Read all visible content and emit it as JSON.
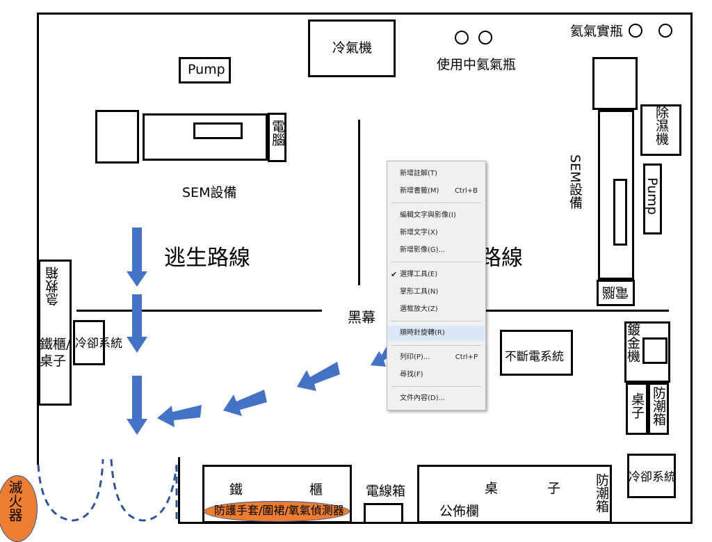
{
  "labels": {
    "ac_unit": "冷氣機",
    "gas_in_use": "使用中氦氣瓶",
    "gas_full": "氦氣實瓶",
    "pump_top": "Pump",
    "computer_left": "電腦",
    "sem_left": "SEM設備",
    "escape_route_left": "逃生路線",
    "escape_route_right": "路線",
    "black_curtain": "黑幕",
    "dehumidifier": "除濕機",
    "pump_right": "Pump",
    "sem_right": "SEM設備",
    "computer_right": "電腦",
    "first_aid": "急救箱",
    "iron_cabinet_desk": "鐵櫃/桌子",
    "cooling_system_left": "冷卻系統",
    "ups": "不斷電系統",
    "plating_machine": "鍍金機",
    "desk_right": "桌子",
    "moisture_box": "防潮箱",
    "cooling_system_right": "冷卻系統",
    "iron_cabinet_left": "鐵",
    "iron_cabinet_right": "櫃",
    "protective_gear": "防護手套/圍裙/氧氣偵測器",
    "electrical_box": "電線箱",
    "desk_bottom_left": "桌",
    "desk_bottom_right": "子",
    "bulletin": "公佈欄",
    "moisture_box_bottom": "防潮箱",
    "fire_extinguisher": "滅火器"
  },
  "context_menu": {
    "items": [
      {
        "label": "新增註解(T)",
        "shortcut": ""
      },
      {
        "label": "新增書籤(M)",
        "shortcut": "Ctrl+B"
      },
      {
        "label": "編輯文字與影像(I)",
        "shortcut": ""
      },
      {
        "label": "新增文字(X)",
        "shortcut": ""
      },
      {
        "label": "新增影像(G)...",
        "shortcut": ""
      },
      {
        "label": "選擇工具(E)",
        "shortcut": ""
      },
      {
        "label": "掌形工具(N)",
        "shortcut": ""
      },
      {
        "label": "選框放大(Z)",
        "shortcut": ""
      },
      {
        "label": "順時針旋轉(R)",
        "shortcut": ""
      },
      {
        "label": "列印(P)...",
        "shortcut": "Ctrl+P"
      },
      {
        "label": "尋找(F)",
        "shortcut": ""
      },
      {
        "label": "文件內容(D)...",
        "shortcut": ""
      }
    ],
    "check_mark": "✔"
  },
  "colors": {
    "arrow": "#4472c4",
    "extinguisher": "#ed7d31",
    "door": "#2f5597",
    "menu_highlight": "#dbe7f5"
  }
}
